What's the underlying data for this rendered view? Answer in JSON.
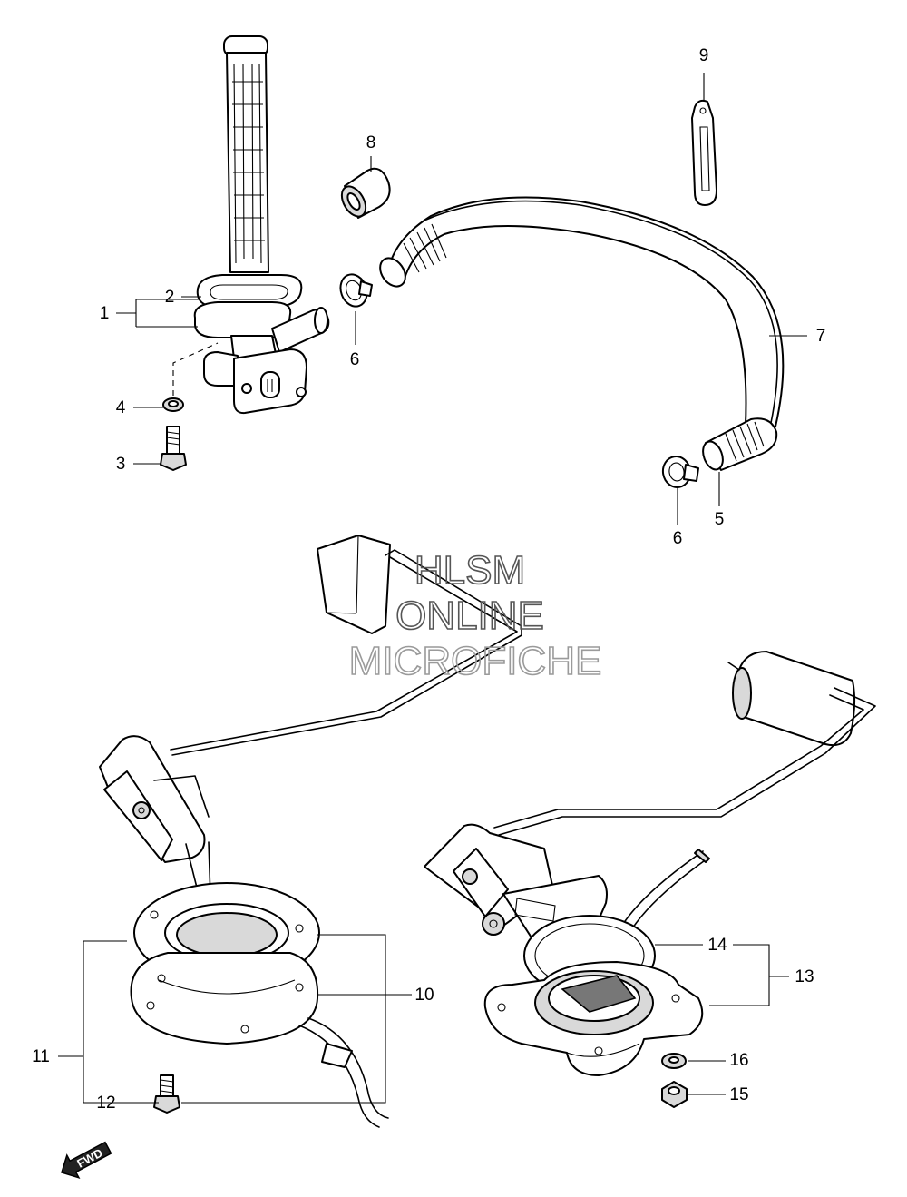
{
  "callouts": [
    {
      "id": "1",
      "label": "1"
    },
    {
      "id": "2",
      "label": "2"
    },
    {
      "id": "3",
      "label": "3"
    },
    {
      "id": "4",
      "label": "4"
    },
    {
      "id": "5",
      "label": "5"
    },
    {
      "id": "6a",
      "label": "6"
    },
    {
      "id": "6b",
      "label": "6"
    },
    {
      "id": "7",
      "label": "7"
    },
    {
      "id": "8",
      "label": "8"
    },
    {
      "id": "9",
      "label": "9"
    },
    {
      "id": "10",
      "label": "10"
    },
    {
      "id": "11",
      "label": "11"
    },
    {
      "id": "12",
      "label": "12"
    },
    {
      "id": "13",
      "label": "13"
    },
    {
      "id": "14",
      "label": "14"
    },
    {
      "id": "15",
      "label": "15"
    },
    {
      "id": "16",
      "label": "16"
    }
  ],
  "watermark": {
    "line1": "HLSM",
    "line2": "ONLINE",
    "line3": "MICROFICHE"
  },
  "direction_badge": {
    "label": "FWD",
    "icon": "forward-arrow-icon"
  },
  "colors": {
    "line": "#000000",
    "background": "#ffffff",
    "watermark": "#555555"
  }
}
